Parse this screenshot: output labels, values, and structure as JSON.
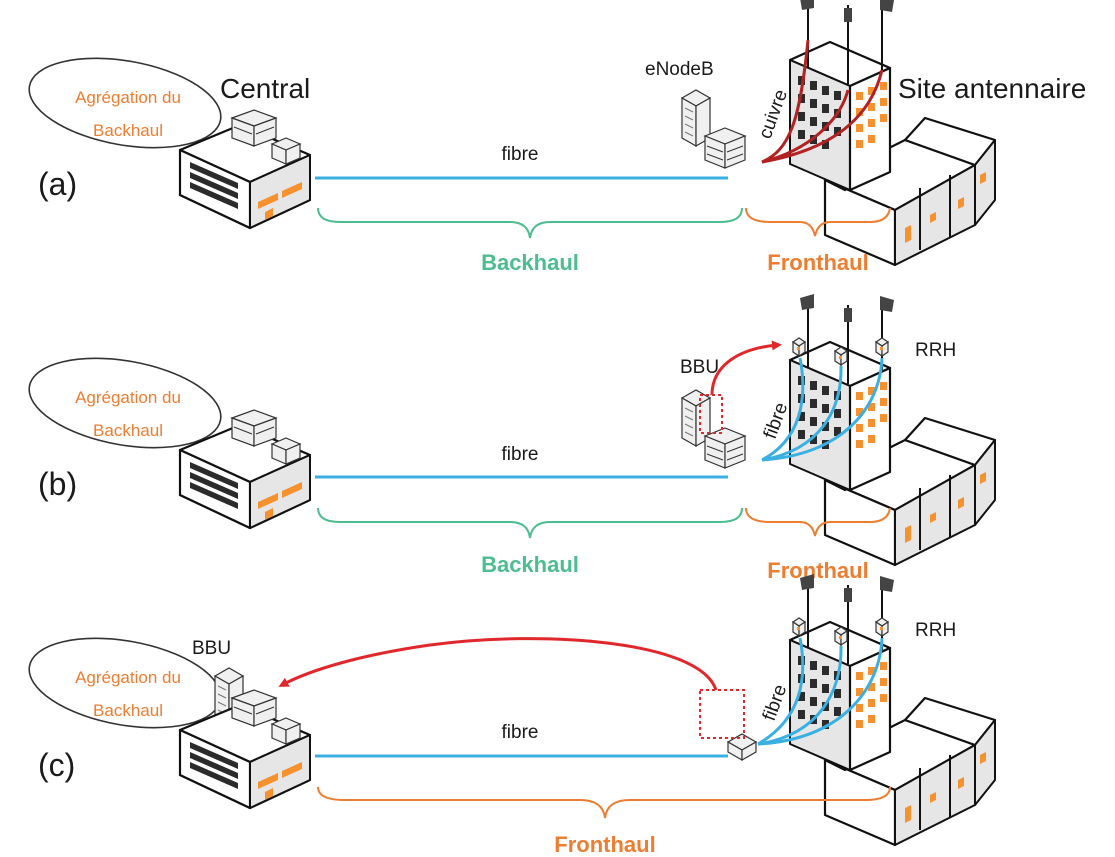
{
  "labels": {
    "central": "Central",
    "site": "Site antennaire",
    "enodeb": "eNodeB",
    "cuivre": "cuivre",
    "bbu": "BBU",
    "rrh": "RRH",
    "fibre": "fibre",
    "aggregation_line1": "Agrégation du",
    "aggregation_line2": "Backhaul",
    "backhaul": "Backhaul",
    "fronthaul": "Fronthaul"
  },
  "panels": [
    {
      "id": "a",
      "tag": "(a)"
    },
    {
      "id": "b",
      "tag": "(b)"
    },
    {
      "id": "c",
      "tag": "(c)"
    }
  ],
  "colors": {
    "fibre": "#3ab0e2",
    "cuivre": "#b22222",
    "arrow": "#e0282c",
    "backhaul": "#4dbd8f",
    "fronthaul": "#ed7d31",
    "building_accent": "#f5922f"
  }
}
